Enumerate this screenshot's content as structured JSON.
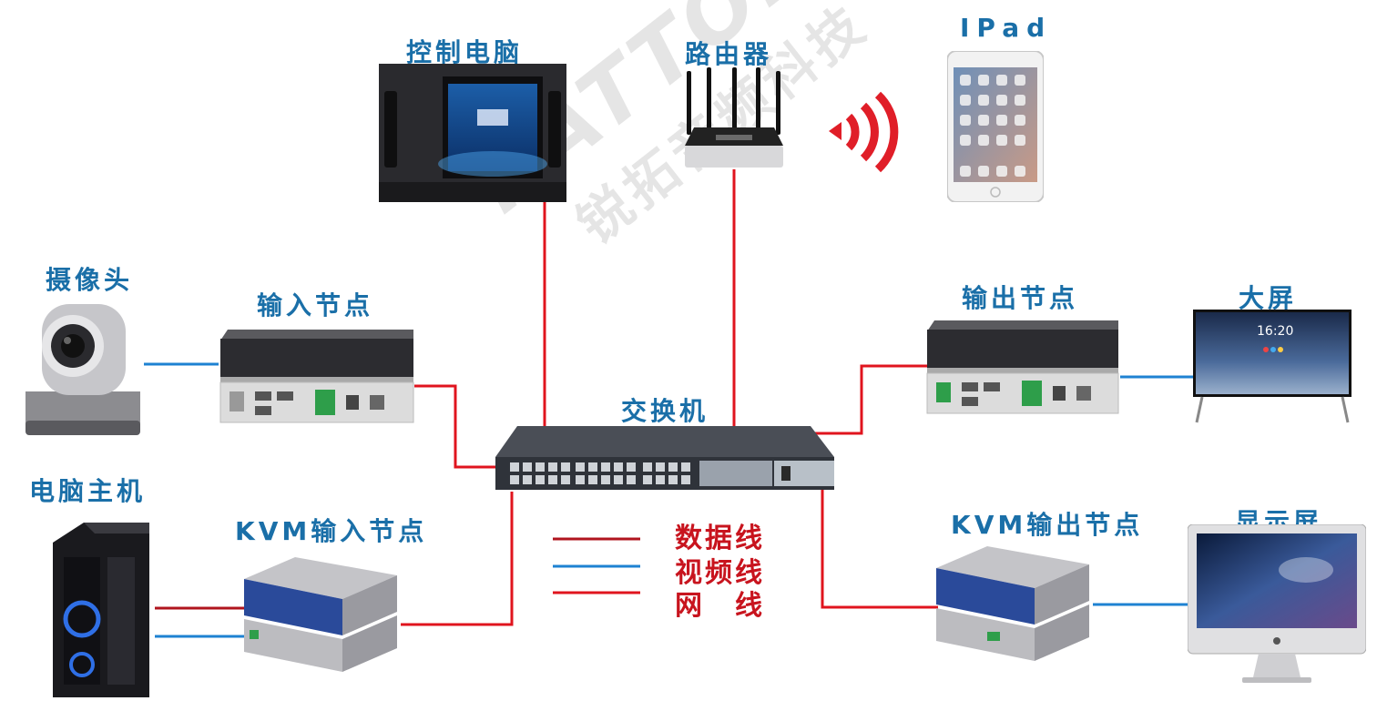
{
  "labels": {
    "control_pc": "控制电脑",
    "router": "路由器",
    "ipad": "IPad",
    "camera": "摄像头",
    "input_node": "输入节点",
    "output_node": "输出节点",
    "big_screen": "大屏",
    "switch": "交换机",
    "pc_host": "电脑主机",
    "kvm_input": "KVM输入节点",
    "kvm_output": "KVM输出节点",
    "monitor": "显示屏"
  },
  "legend": {
    "data_line": "数据线",
    "video_line": "视频线",
    "network_line": "网　线"
  },
  "watermark": {
    "brand": "RATTOP",
    "company": "锐拓音频科技"
  },
  "screen_clock": "16:20",
  "colors": {
    "label": "#1a6fa8",
    "network_wire": "#e0141e",
    "data_wire": "#b0141e",
    "video_wire": "#1e82d2",
    "legend_text": "#c8141e"
  }
}
